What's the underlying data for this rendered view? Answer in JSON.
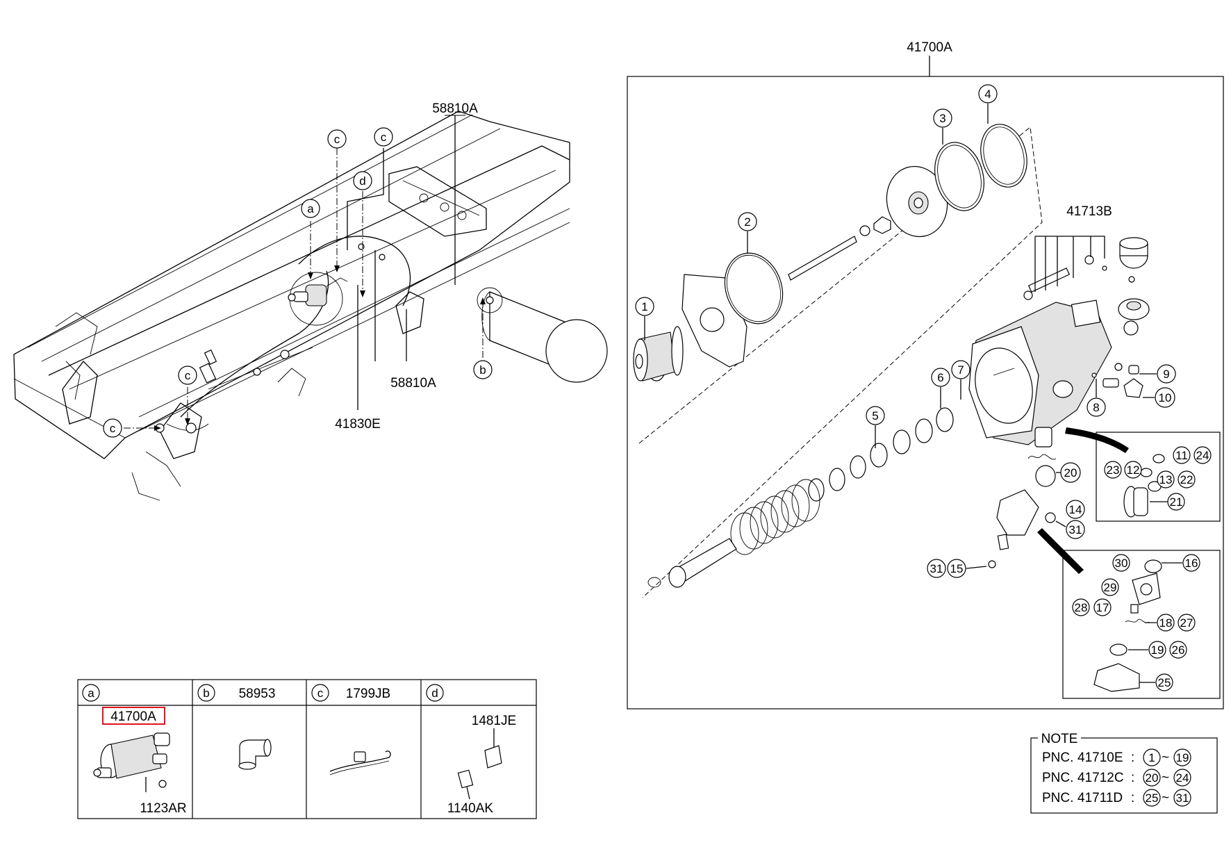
{
  "left_callouts": {
    "part_58810A_top": "58810A",
    "part_58810A_mid": "58810A",
    "part_41830E": "41830E",
    "ref_a": "a",
    "ref_c1": "c",
    "ref_c2": "c",
    "ref_d": "d",
    "ref_c3": "c",
    "ref_c4": "c",
    "ref_b": "b"
  },
  "exploded_view": {
    "assembly_label": "41700A",
    "subassembly_label": "41713B",
    "items": [
      {
        "no": "1"
      },
      {
        "no": "2"
      },
      {
        "no": "3"
      },
      {
        "no": "4"
      },
      {
        "no": "5"
      },
      {
        "no": "6"
      },
      {
        "no": "7"
      },
      {
        "no": "8"
      },
      {
        "no": "9"
      },
      {
        "no": "10"
      },
      {
        "no": "20"
      },
      {
        "no": "14"
      },
      {
        "no": "31"
      },
      {
        "no": "31"
      },
      {
        "no": "15"
      }
    ],
    "detail_upper": [
      "23",
      "12",
      "11",
      "24",
      "13",
      "22",
      "21"
    ],
    "detail_lower": [
      "30",
      "16",
      "29",
      "28",
      "17",
      "18",
      "27",
      "19",
      "26",
      "25"
    ]
  },
  "legend_table": {
    "cells": [
      {
        "ref": "a",
        "header_part": "",
        "parts": [
          "41700A",
          "1123AR"
        ]
      },
      {
        "ref": "b",
        "header_part": "58953",
        "parts": []
      },
      {
        "ref": "c",
        "header_part": "1799JB",
        "parts": []
      },
      {
        "ref": "d",
        "header_part": "",
        "parts": [
          "1481JE",
          "1140AK"
        ]
      }
    ],
    "highlight_color": "#e0141e"
  },
  "note": {
    "title": "NOTE",
    "rows": [
      {
        "pnc_label": "PNC.",
        "pnc": "41710E",
        "colon": ":",
        "from": "1",
        "tilde": "~",
        "to": "19"
      },
      {
        "pnc_label": "PNC.",
        "pnc": "41712C",
        "colon": ":",
        "from": "20",
        "tilde": "~",
        "to": "24"
      },
      {
        "pnc_label": "PNC.",
        "pnc": "41711D",
        "colon": ":",
        "from": "25",
        "tilde": "~",
        "to": "31"
      }
    ]
  }
}
